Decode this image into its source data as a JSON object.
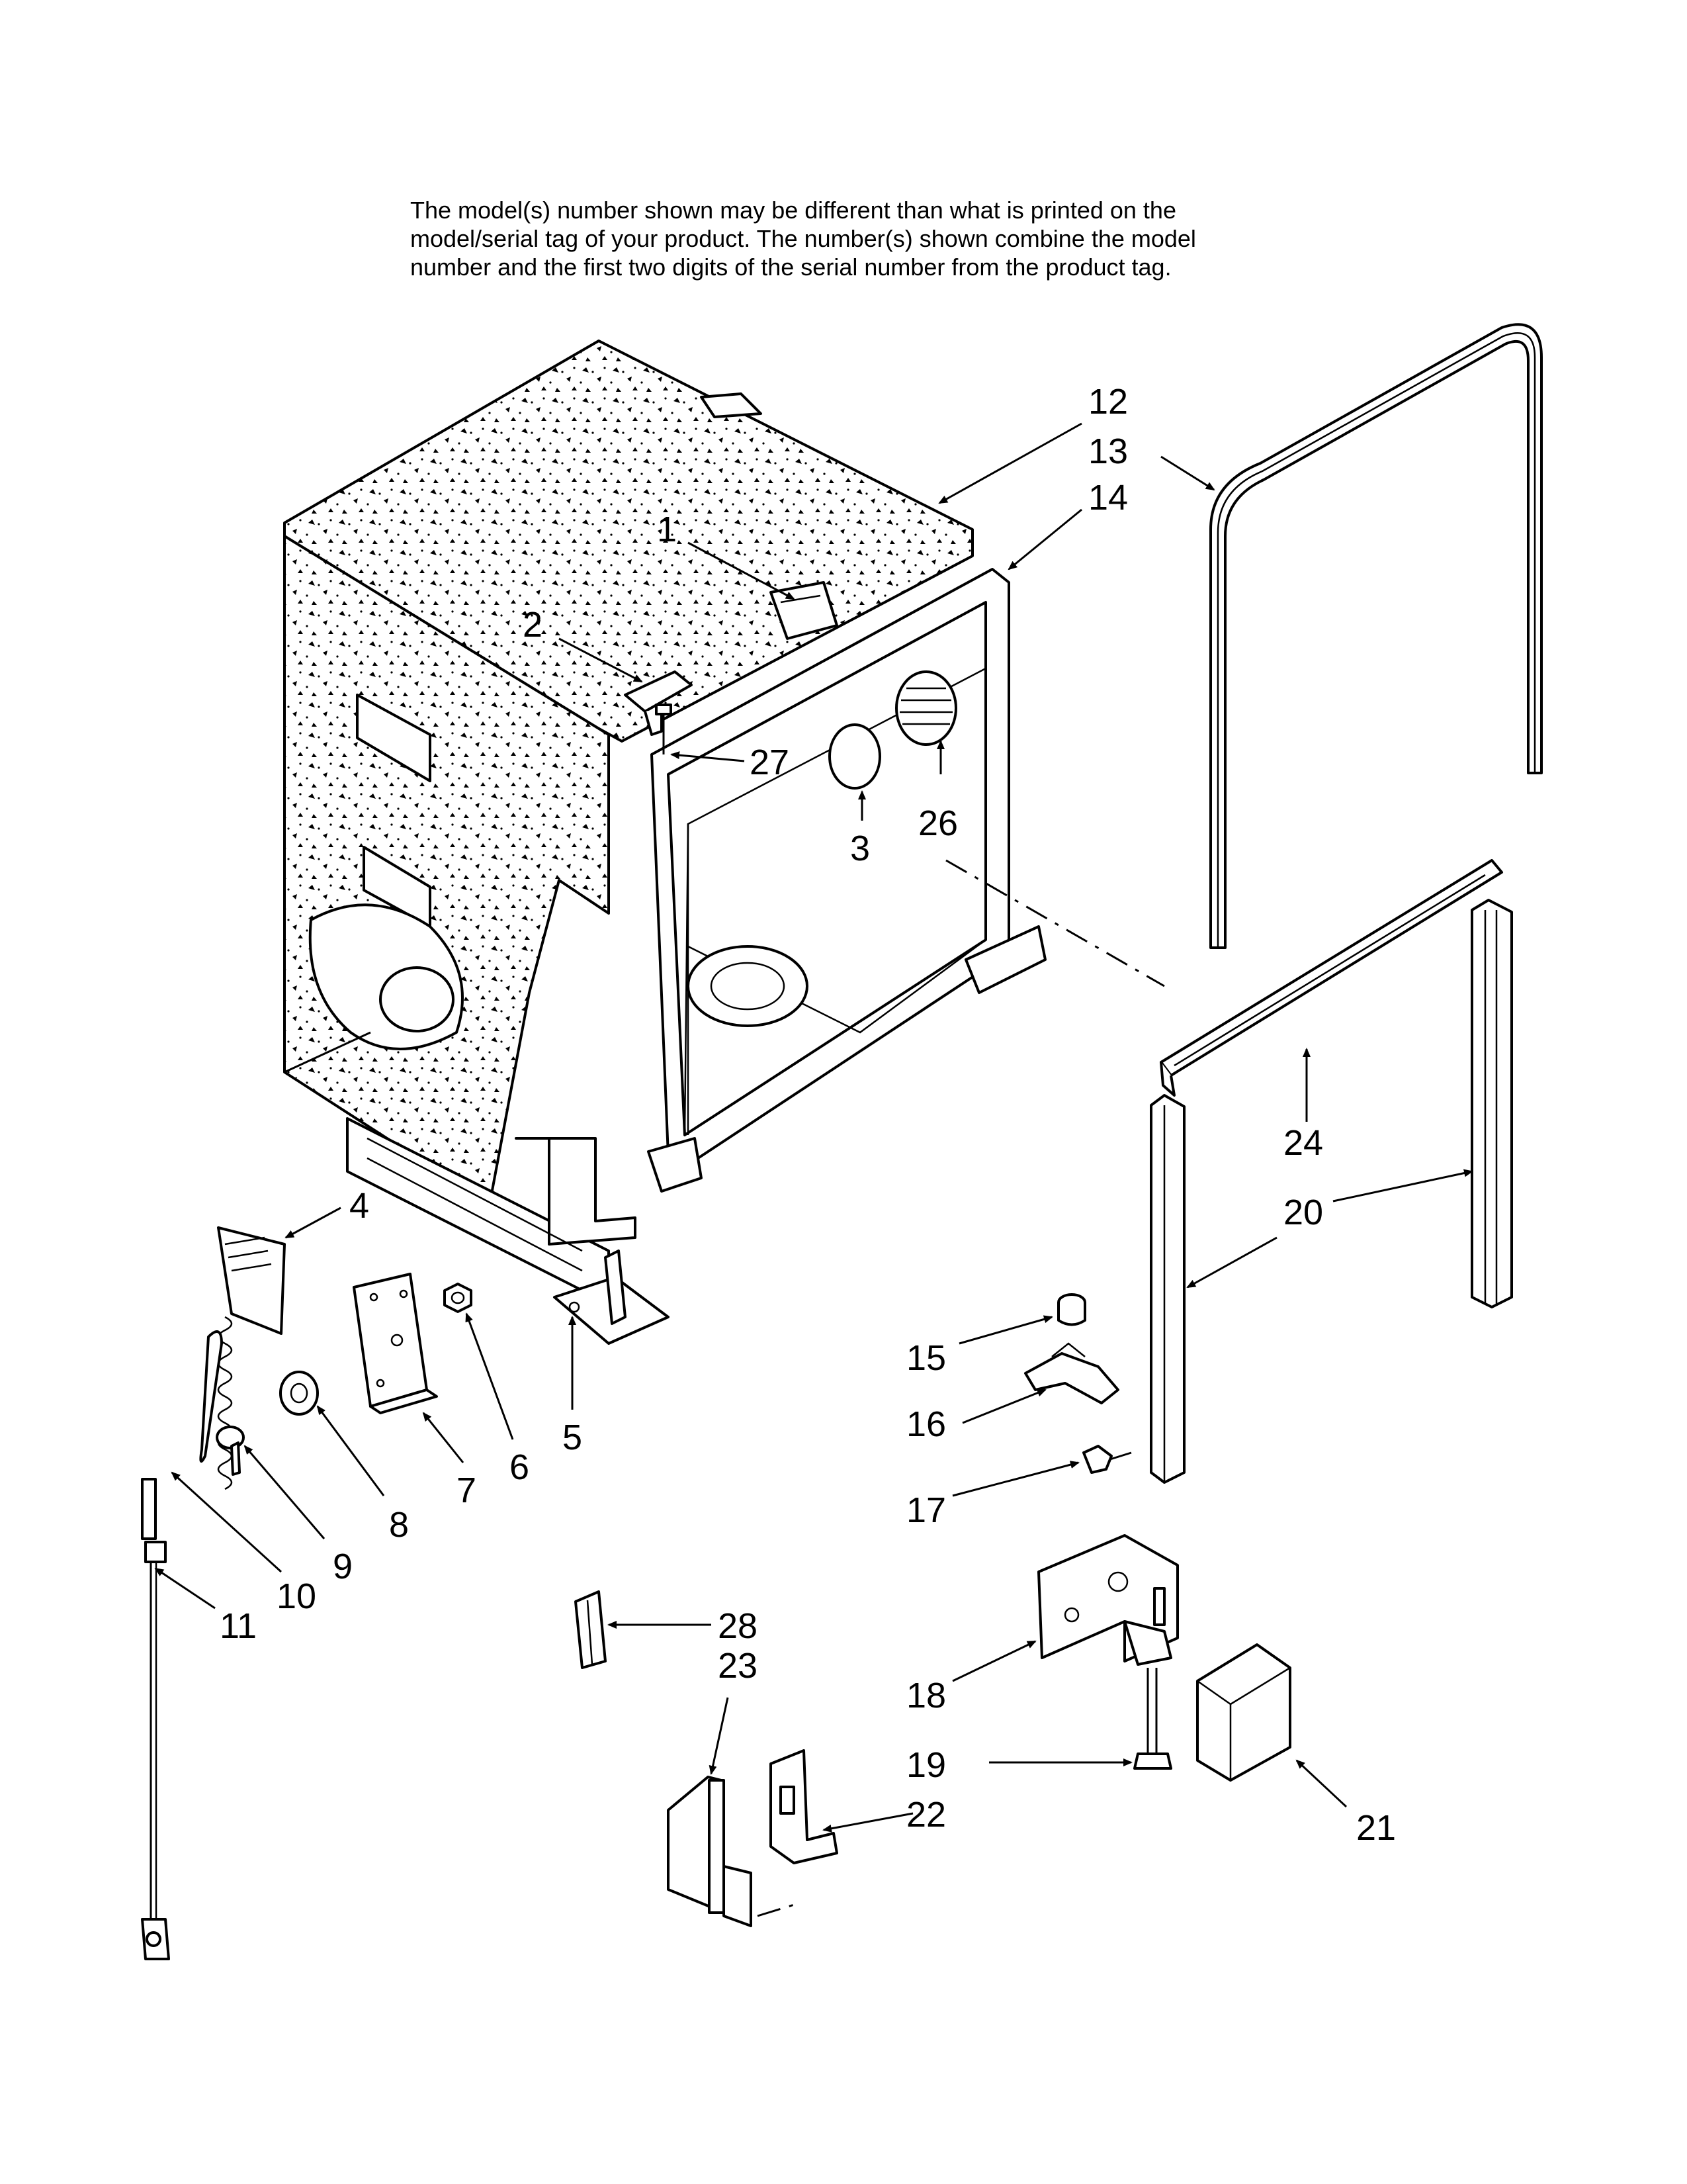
{
  "note_lines": [
    "The model(s) number shown may be different than what is printed on the",
    "model/serial tag of your product. The number(s) shown combine the model",
    "number and the first two digits of the serial number from the product tag."
  ],
  "callouts": [
    {
      "label": "1"
    },
    {
      "label": "2"
    },
    {
      "label": "3"
    },
    {
      "label": "4"
    },
    {
      "label": "5"
    },
    {
      "label": "6"
    },
    {
      "label": "7"
    },
    {
      "label": "8"
    },
    {
      "label": "9"
    },
    {
      "label": "10"
    },
    {
      "label": "11"
    },
    {
      "label": "12"
    },
    {
      "label": "13"
    },
    {
      "label": "14"
    },
    {
      "label": "15"
    },
    {
      "label": "16"
    },
    {
      "label": "17"
    },
    {
      "label": "18"
    },
    {
      "label": "19"
    },
    {
      "label": "20"
    },
    {
      "label": "21"
    },
    {
      "label": "22"
    },
    {
      "label": "23"
    },
    {
      "label": "24"
    },
    {
      "label": "26"
    },
    {
      "label": "27"
    },
    {
      "label": "28"
    }
  ],
  "colors": {
    "ink": "#000000",
    "paper": "#ffffff"
  }
}
